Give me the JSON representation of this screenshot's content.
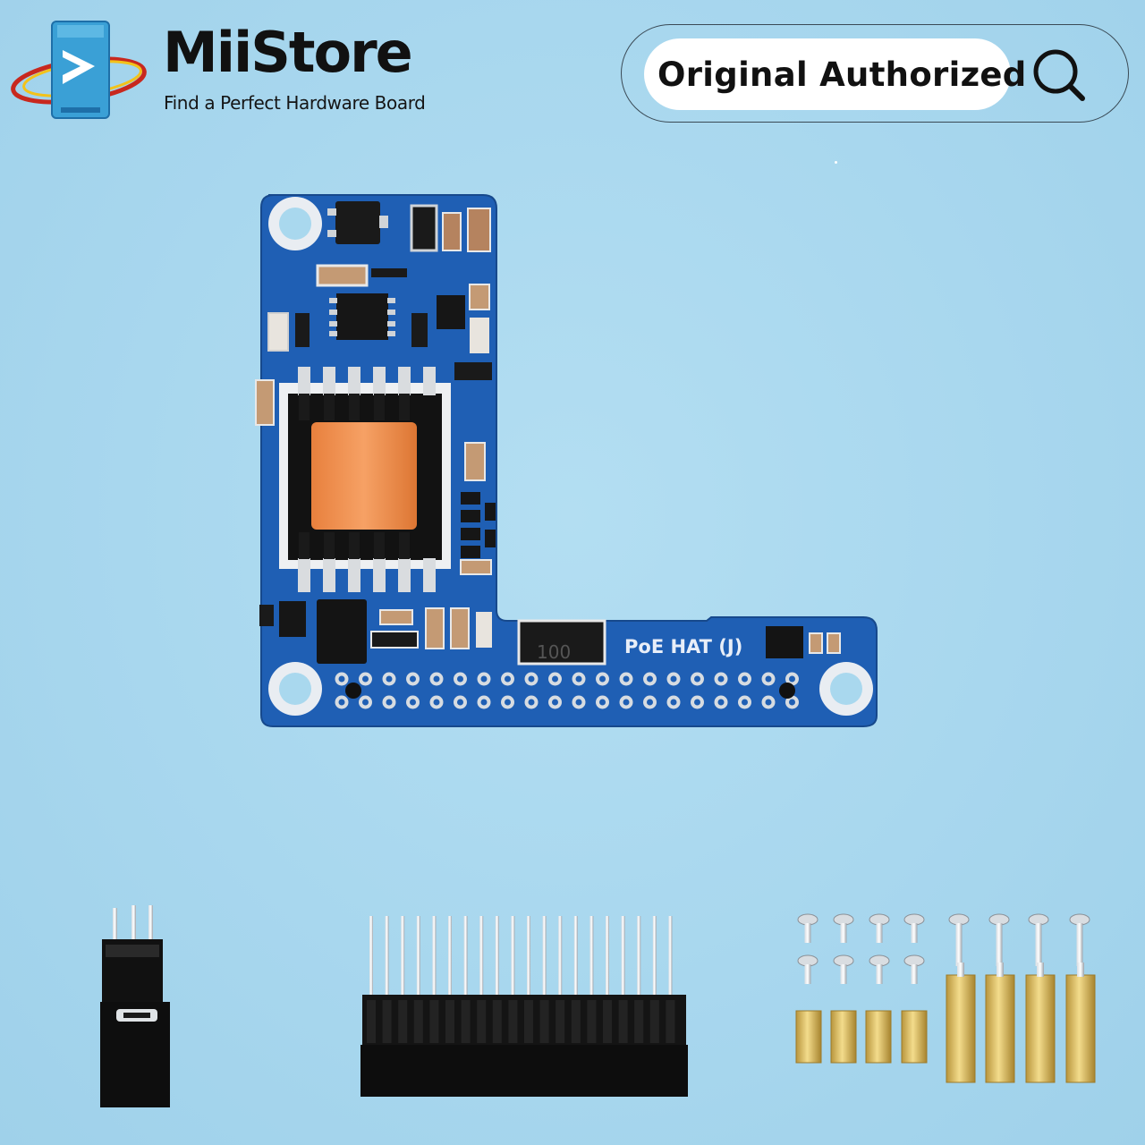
{
  "brand": {
    "name": "MiiStore",
    "tagline": "Find a Perfect Hardware Board"
  },
  "search": {
    "text": "Original Authorized",
    "icon": "search-icon"
  },
  "product": {
    "board_label": "PoE HAT (J)",
    "inductor_label": "100"
  },
  "colors": {
    "background": "#a9d8ee",
    "pcb": "#1f5fb4",
    "transformer_core": "#f0924e",
    "brass": "#d9b85a"
  }
}
